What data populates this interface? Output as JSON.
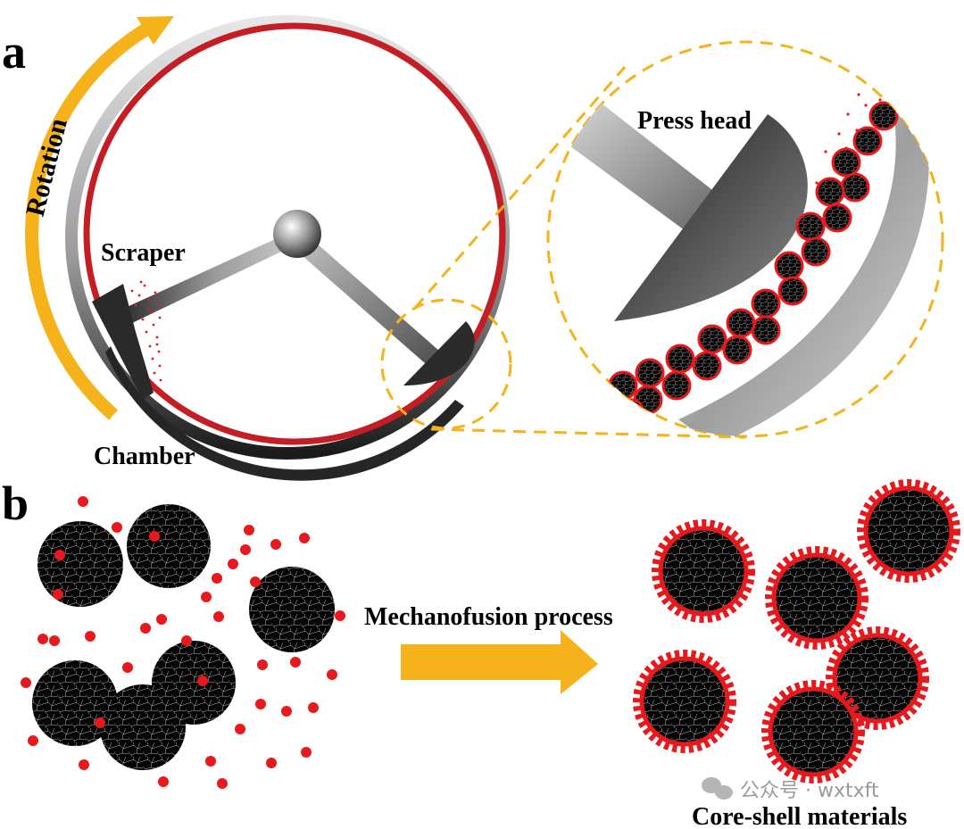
{
  "panel_a": {
    "label": "a",
    "rotation_label": "Rotation",
    "scraper_label": "Scraper",
    "chamber_label": "Chamber",
    "press_head_label": "Press head"
  },
  "panel_b": {
    "label": "b",
    "process_label": "Mechanofusion process",
    "product_label": "Core-shell materials"
  },
  "watermark": {
    "text": "公众号 · wxtxft",
    "icon": "wechat-icon"
  },
  "colors": {
    "accent_orange": "#f5b21a",
    "shell_red": "#e8191c",
    "chamber_red": "#c41e24",
    "particle_black": "#0a0a0a"
  }
}
